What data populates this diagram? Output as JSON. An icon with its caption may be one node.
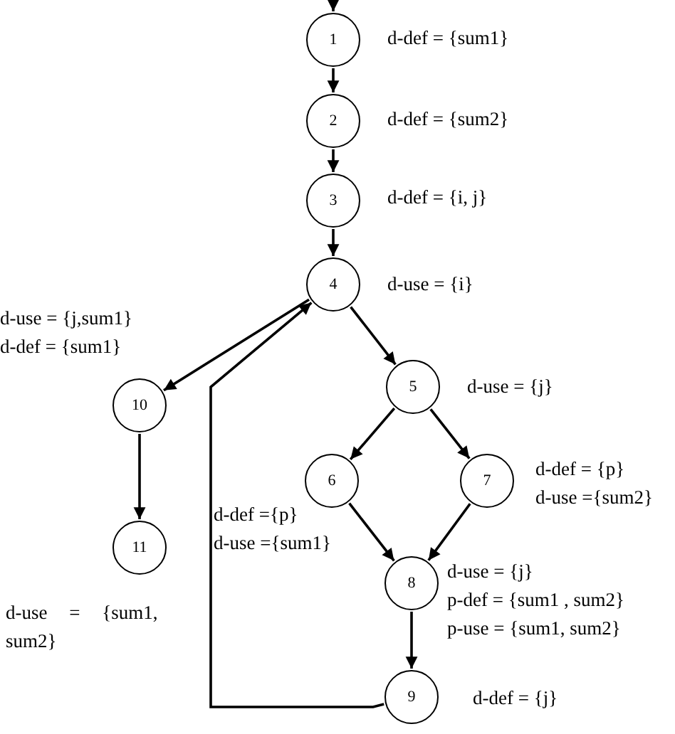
{
  "diagram": {
    "nodes": [
      {
        "text": [
          "1"
        ],
        "beside": [
          "d-def = {sum1}"
        ]
      },
      {
        "text": [
          "2"
        ],
        "beside": [
          "d-def = {sum2}"
        ]
      },
      {
        "text": [
          "3"
        ],
        "beside": [
          "d-def = {i, j}"
        ]
      },
      {
        "text": [
          "4"
        ],
        "beside": [
          "d-use = {i}"
        ]
      },
      {
        "text": [
          "5"
        ],
        "beside": [
          "d-use = {j}"
        ]
      },
      {
        "text": [
          "6"
        ],
        "beside": [
          "d-def ={p}",
          "d-use ={sum1}"
        ]
      },
      {
        "text": [
          "7"
        ],
        "beside": [
          "d-def = {p}",
          "d-use ={sum2}"
        ]
      },
      {
        "text": [
          "8"
        ],
        "beside": [
          "d-use = {j}",
          "p-def = {sum1 , sum2}",
          "p-use = {sum1, sum2}"
        ]
      },
      {
        "text": [
          "9"
        ],
        "beside": [
          "d-def = {j}"
        ]
      },
      {
        "text": [
          "10"
        ],
        "beside": [
          "d-use = {j,sum1}",
          "d-def = {sum1}"
        ]
      },
      {
        "text": [
          "11"
        ],
        "beside": [
          "d-use = {sum1, sum2}"
        ]
      }
    ],
    "edges": [
      {
        "from": null,
        "to": 0,
        "arrow": "to"
      },
      {
        "from": 0,
        "to": 1,
        "arrow": "to"
      },
      {
        "from": 1,
        "to": 2,
        "arrow": "to"
      },
      {
        "from": 2,
        "to": 3,
        "arrow": "to"
      },
      {
        "from": 3,
        "to": 4,
        "arrow": "to"
      },
      {
        "from": 3,
        "to": 9,
        "arrow": "to"
      },
      {
        "from": 4,
        "to": 5,
        "arrow": "to"
      },
      {
        "from": 4,
        "to": 6,
        "arrow": "to"
      },
      {
        "from": 5,
        "to": 7,
        "arrow": "to"
      },
      {
        "from": 6,
        "to": 7,
        "arrow": "to"
      },
      {
        "from": 7,
        "to": 8,
        "arrow": "to"
      },
      {
        "from": 8,
        "to": 3,
        "arrow": "to"
      },
      {
        "from": 9,
        "to": 10,
        "arrow": "to"
      }
    ]
  }
}
